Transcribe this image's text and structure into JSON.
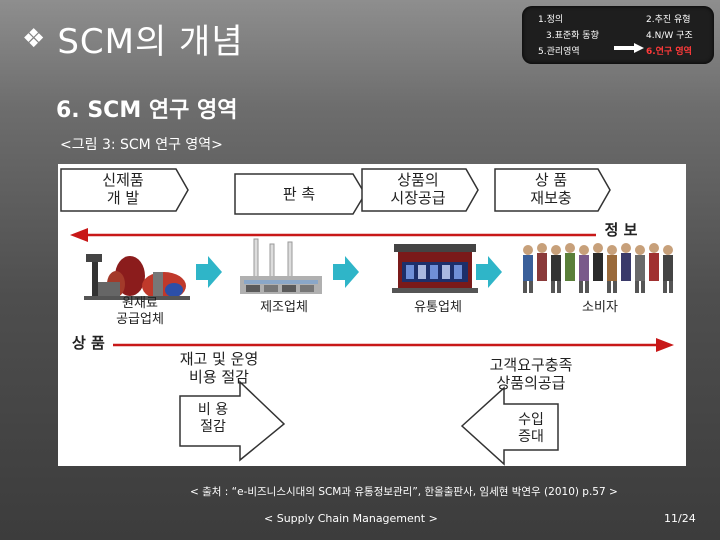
{
  "header": {
    "title": "SCM의 개념",
    "bullet": "❖"
  },
  "nav": {
    "items": [
      {
        "label": "1.정의"
      },
      {
        "label": "2.추진 유형"
      },
      {
        "label": "3.표준화 동향"
      },
      {
        "label": "4.N/W 구조"
      },
      {
        "label": "5.관리영역"
      },
      {
        "label": "6.연구 영역"
      }
    ],
    "current_index": 5
  },
  "section": {
    "title": "6. SCM 연구 영역",
    "caption": "<그림 3: SCM 연구 영역>"
  },
  "diagram": {
    "top_labels": [
      "신제품\n개 발",
      "판 촉",
      "상품의\n시장공급",
      "상 품\n재보충"
    ],
    "info_label": "정 보",
    "goods_label": "상 품",
    "entities": [
      "원재료\n공급업체",
      "제조업체",
      "유통업체",
      "소비자"
    ],
    "bottom_left_text": "재고 및 운영\n비용 절감",
    "bottom_right_text": "고객요구충족\n상품의공급",
    "cost_box": "비 용\n절감",
    "revenue_box": "수입\n증대"
  },
  "footer": {
    "source": "< 출처 : “e-비즈니스시대의 SCM과 유통정보관리”,  한올출판사, 임세현 박연우 (2010)  p.57 >",
    "caption": "< Supply Chain Management >",
    "page": "11/24"
  },
  "colors": {
    "info_arrow": "#c81818",
    "goods_arrow": "#c81818",
    "flow_arrow": "#2fb5c8",
    "current_nav": "#ff3a3a"
  }
}
